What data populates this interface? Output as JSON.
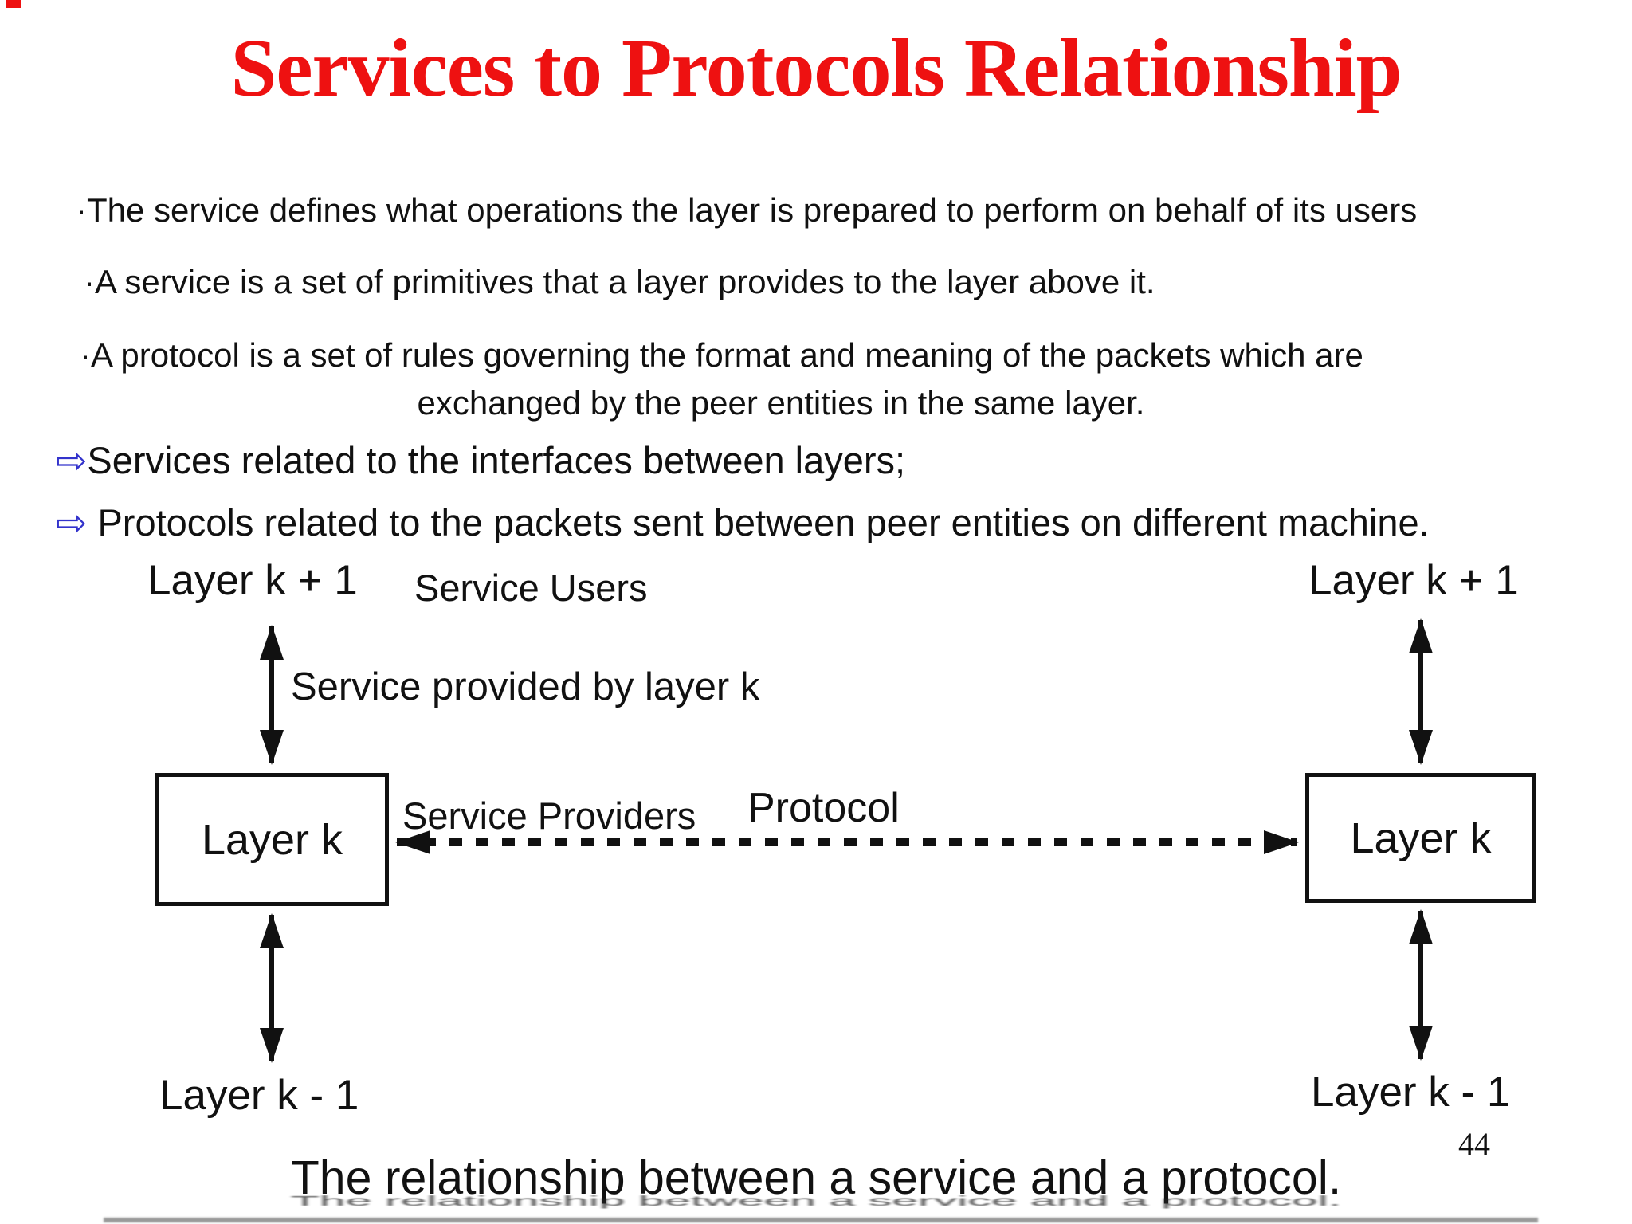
{
  "slide": {
    "title": "Services to Protocols Relationship",
    "page_number": "44",
    "caption": "The relationship between a service and a protocol.",
    "colors": {
      "title_red": "#ee1111",
      "arrow_bullet_blue": "#3333cc",
      "text": "#111111"
    }
  },
  "bullets": [
    {
      "text": "·The service defines what operations the layer is prepared to perform on behalf of its users"
    },
    {
      "text": "·A service is a set of primitives that a layer provides to the layer above it."
    },
    {
      "text": "·A protocol is a set of rules governing the format and meaning of the packets which are",
      "text2": "exchanged by the peer entities in the same layer."
    }
  ],
  "arrow_points": [
    {
      "marker": "⇨",
      "text": "Services related to the interfaces between layers;"
    },
    {
      "marker": "⇨",
      "text": " Protocols related to the packets sent between peer entities on different machine."
    }
  ],
  "diagram": {
    "left_top_label": "Layer k + 1",
    "right_top_label": "Layer k + 1",
    "service_users": "Service Users",
    "service_provided": "Service provided by layer k",
    "service_providers": "Service Providers",
    "protocol": "Protocol",
    "left_box_label": "Layer k",
    "right_box_label": "Layer k",
    "left_bottom_label": "Layer k - 1",
    "right_bottom_label": "Layer k - 1"
  }
}
